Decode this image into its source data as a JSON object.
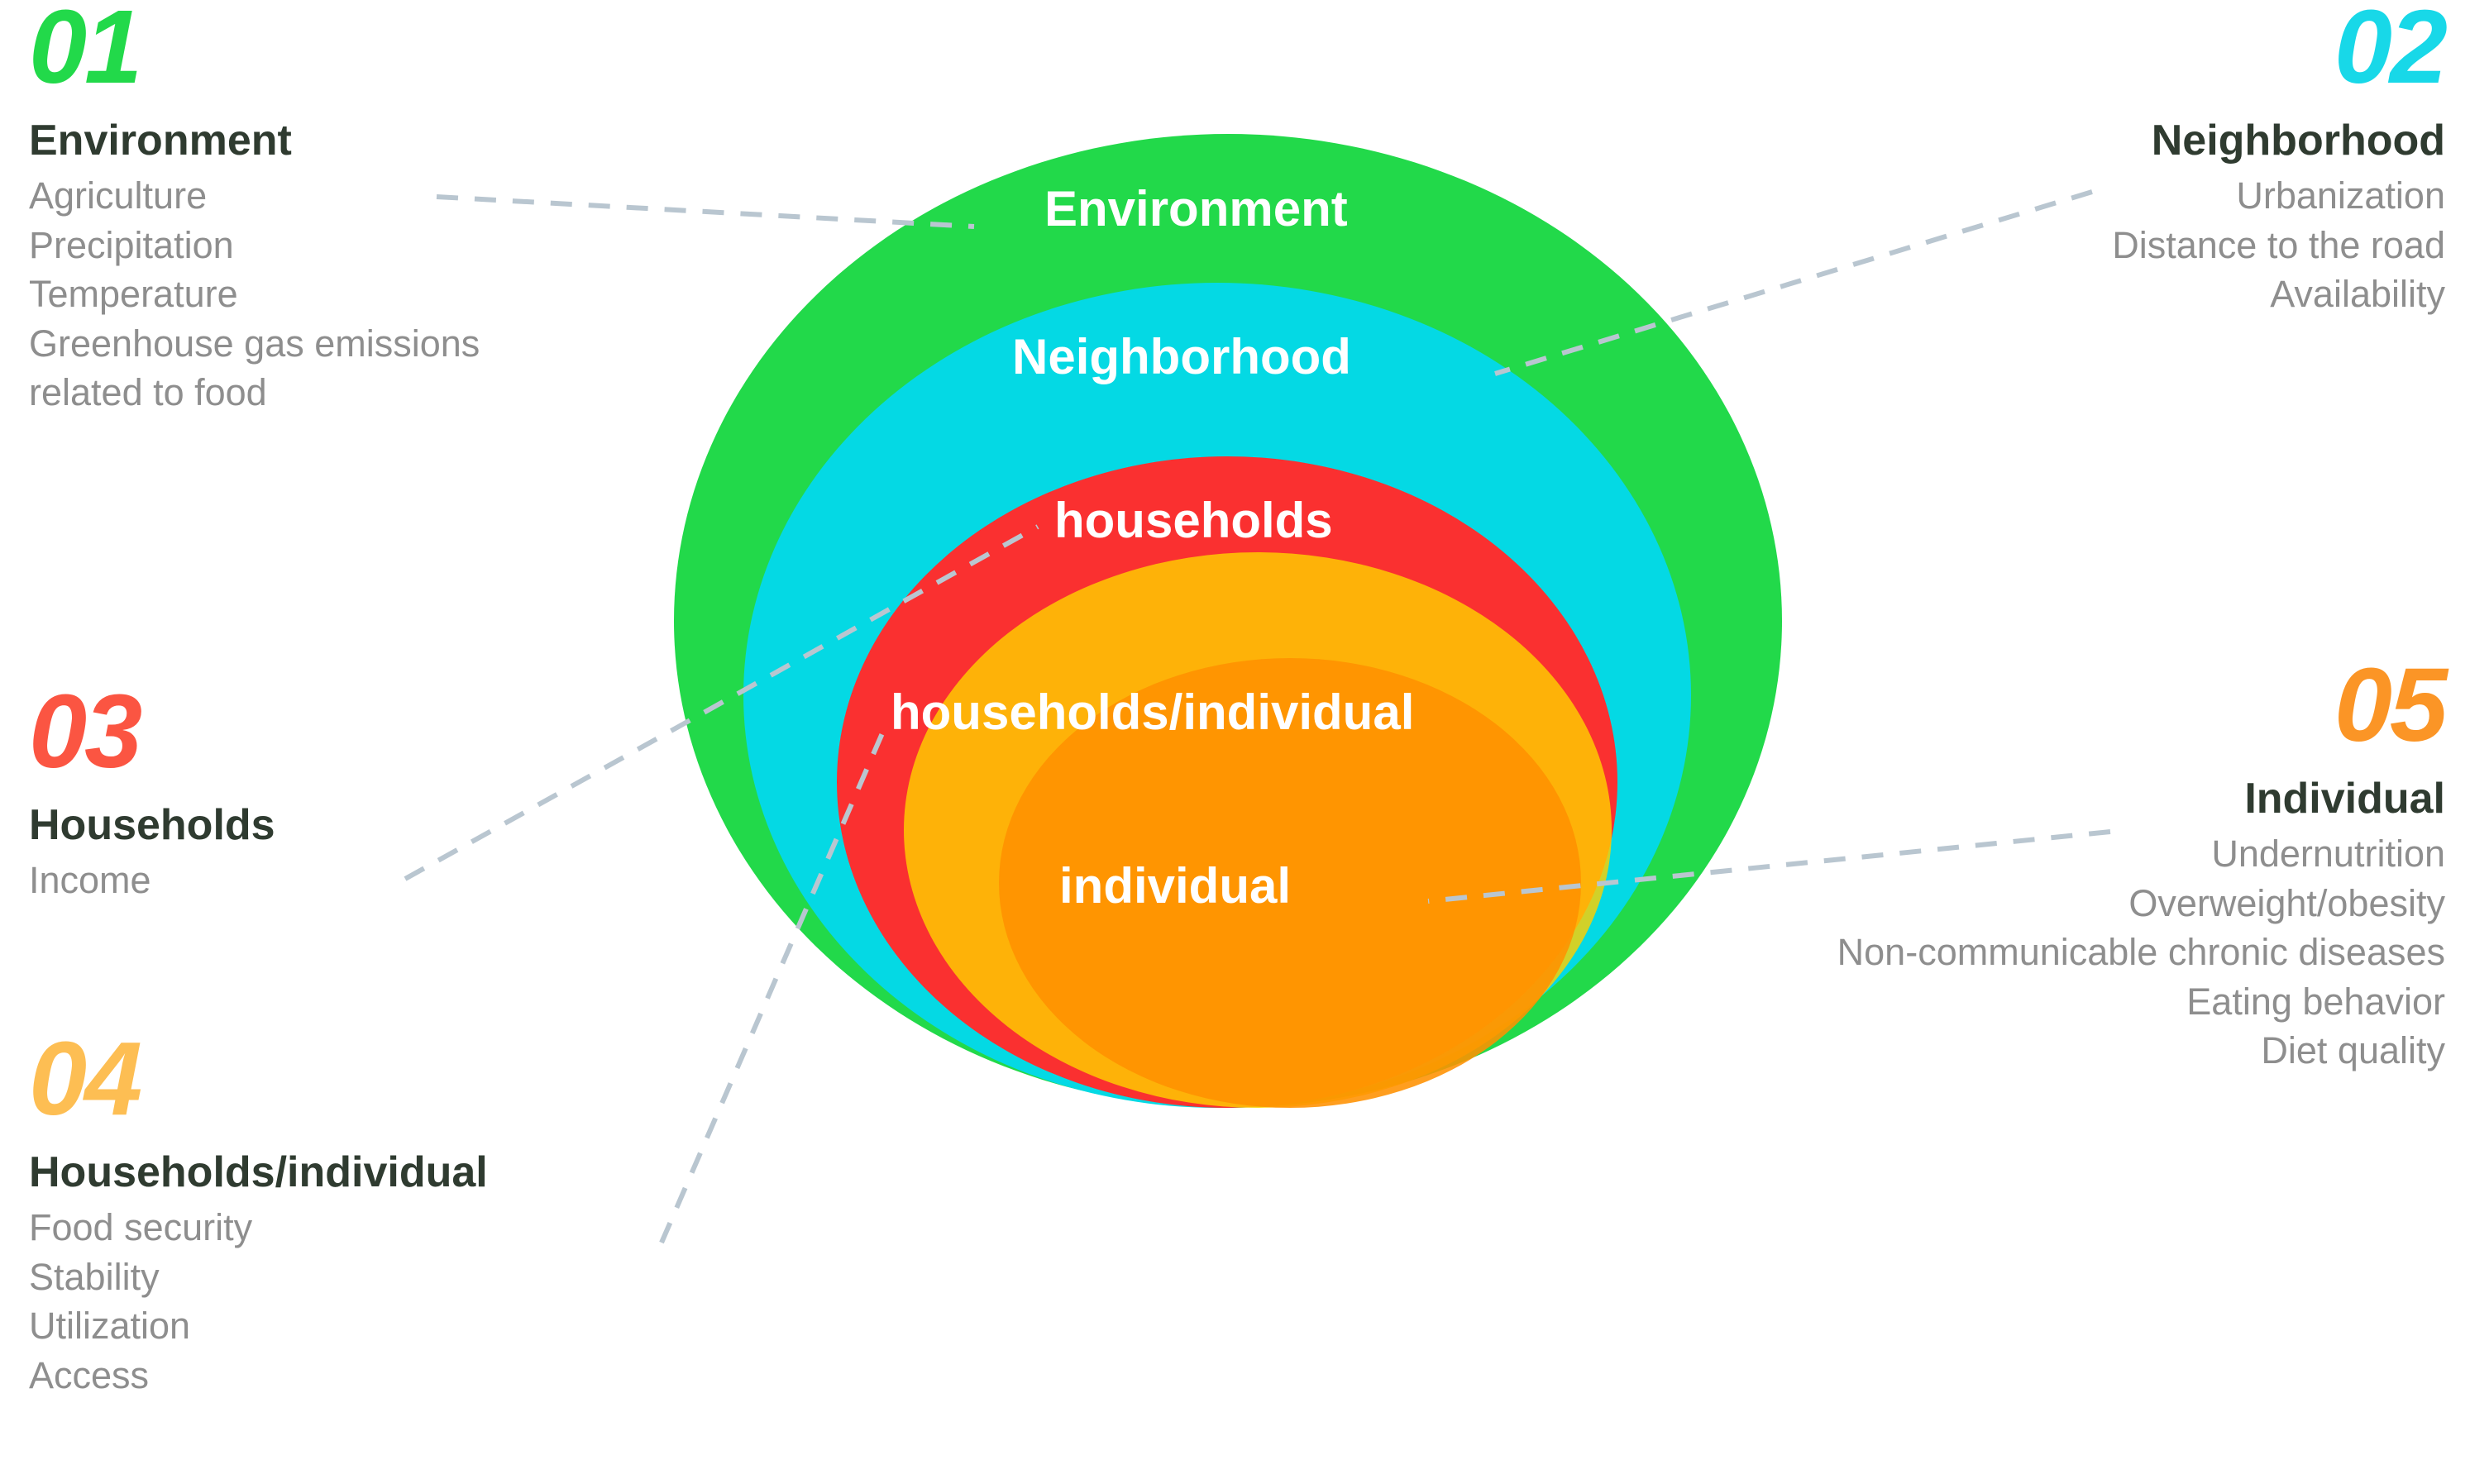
{
  "theme": {
    "green": "#22d94a",
    "cyan": "#04d9e4",
    "red": "#fa3030",
    "yellow": "#fdd741",
    "orange": "#fd9b26",
    "heading_color": "#2f3b30",
    "body_color": "#8e8e8e",
    "connector_color": "#b9c6d0",
    "background": "#ffffff"
  },
  "blocks": [
    {
      "number": "01",
      "number_color": "#22d94a",
      "heading": "Environment",
      "align": "left",
      "items": [
        "Agriculture",
        "Precipitation",
        "Temperature",
        "Greenhouse gas emissions",
        "related to food"
      ]
    },
    {
      "number": "02",
      "number_color": "#18d8e8",
      "heading": "Neighborhood",
      "align": "right",
      "items": [
        "Urbanization",
        "Distance to the road",
        "Availability"
      ]
    },
    {
      "number": "03",
      "number_color": "#fb5542",
      "heading": "Households",
      "align": "left",
      "items": [
        "Income"
      ]
    },
    {
      "number": "04",
      "number_color": "#fdbe53",
      "heading": "Households/individual",
      "align": "left",
      "items": [
        "Food security",
        "Stability",
        "Utilization",
        "Access"
      ]
    },
    {
      "number": "05",
      "number_color": "#fb9526",
      "heading": "Individual",
      "align": "right",
      "items": [
        "Undernutrition",
        "Overweight/obesity",
        "Non-communicable chronic diseases",
        "Eating behavior",
        "Diet quality"
      ]
    }
  ],
  "diagram": {
    "type": "nested-concentric-ellipses",
    "rings": [
      {
        "label": "Environment",
        "color": "#22d94a",
        "level": 1
      },
      {
        "label": "Neighborhood",
        "color": "#04d9e4",
        "level": 2
      },
      {
        "label": "households",
        "color": "#fa3030",
        "level": 3
      },
      {
        "label": "households/individual",
        "color": "#fdd741",
        "level": 4
      },
      {
        "label": "individual",
        "color": "#fd9b26",
        "level": 5
      }
    ]
  }
}
